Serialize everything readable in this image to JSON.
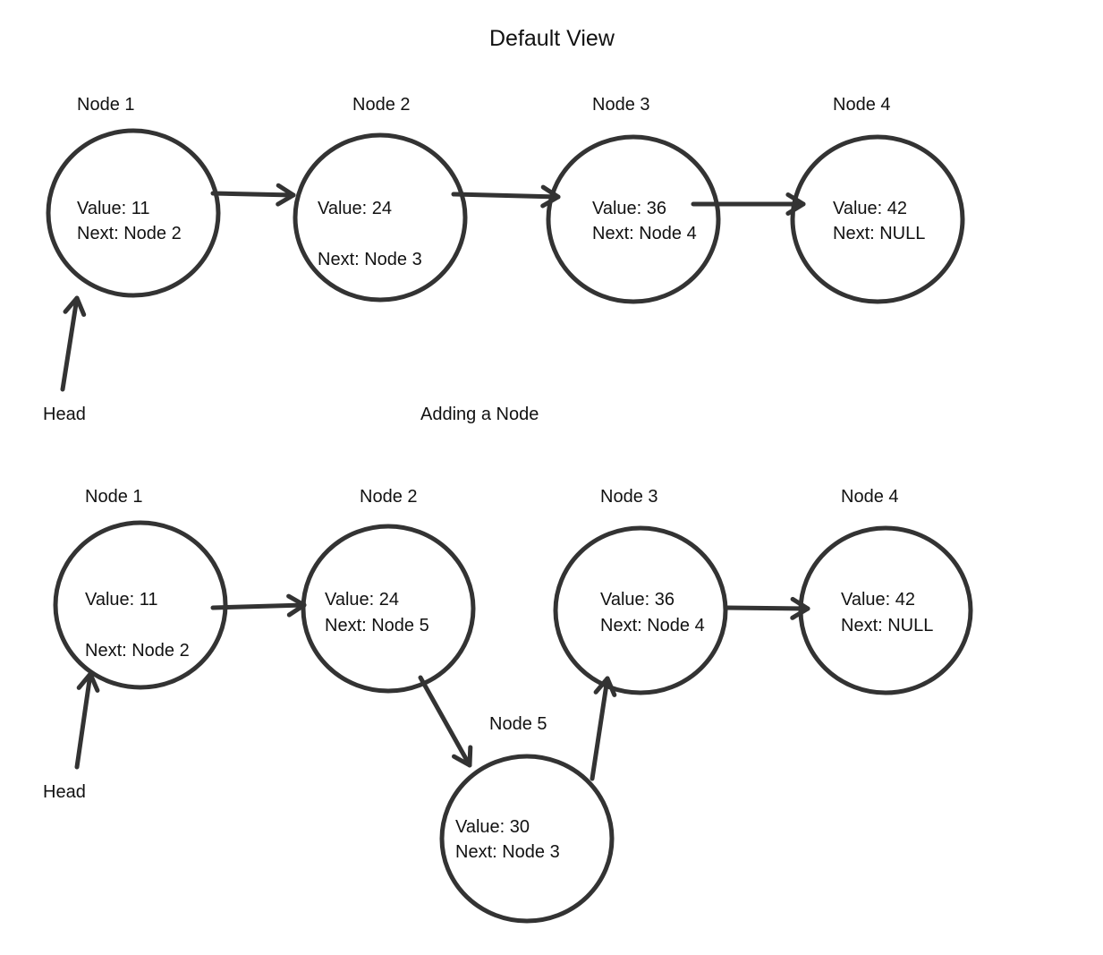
{
  "title": "Default View",
  "section2_title": "Adding a Node",
  "head_label": "Head",
  "default_view": {
    "nodes": [
      {
        "id": "n1",
        "name": "Node 1",
        "value": "Value: 11",
        "next": "Next: Node 2"
      },
      {
        "id": "n2",
        "name": "Node 2",
        "value": "Value: 24",
        "next": "Next: Node 3"
      },
      {
        "id": "n3",
        "name": "Node 3",
        "value": "Value: 36",
        "next": "Next: Node 4"
      },
      {
        "id": "n4",
        "name": "Node 4",
        "value": "Value: 42",
        "next": "Next: NULL"
      }
    ],
    "links": [
      [
        "n1",
        "n2"
      ],
      [
        "n2",
        "n3"
      ],
      [
        "n3",
        "n4"
      ]
    ]
  },
  "adding_view": {
    "nodes": [
      {
        "id": "m1",
        "name": "Node 1",
        "value": "Value: 11",
        "next": "Next: Node 2"
      },
      {
        "id": "m2",
        "name": "Node 2",
        "value": "Value: 24",
        "next": "Next: Node 5"
      },
      {
        "id": "m3",
        "name": "Node 3",
        "value": "Value: 36",
        "next": "Next: Node 4"
      },
      {
        "id": "m4",
        "name": "Node 4",
        "value": "Value: 42",
        "next": "Next: NULL"
      },
      {
        "id": "m5",
        "name": "Node 5",
        "value": "Value: 30",
        "next": "Next: Node 3"
      }
    ],
    "links": [
      [
        "m1",
        "m2"
      ],
      [
        "m2",
        "m5"
      ],
      [
        "m5",
        "m3"
      ],
      [
        "m3",
        "m4"
      ]
    ]
  }
}
